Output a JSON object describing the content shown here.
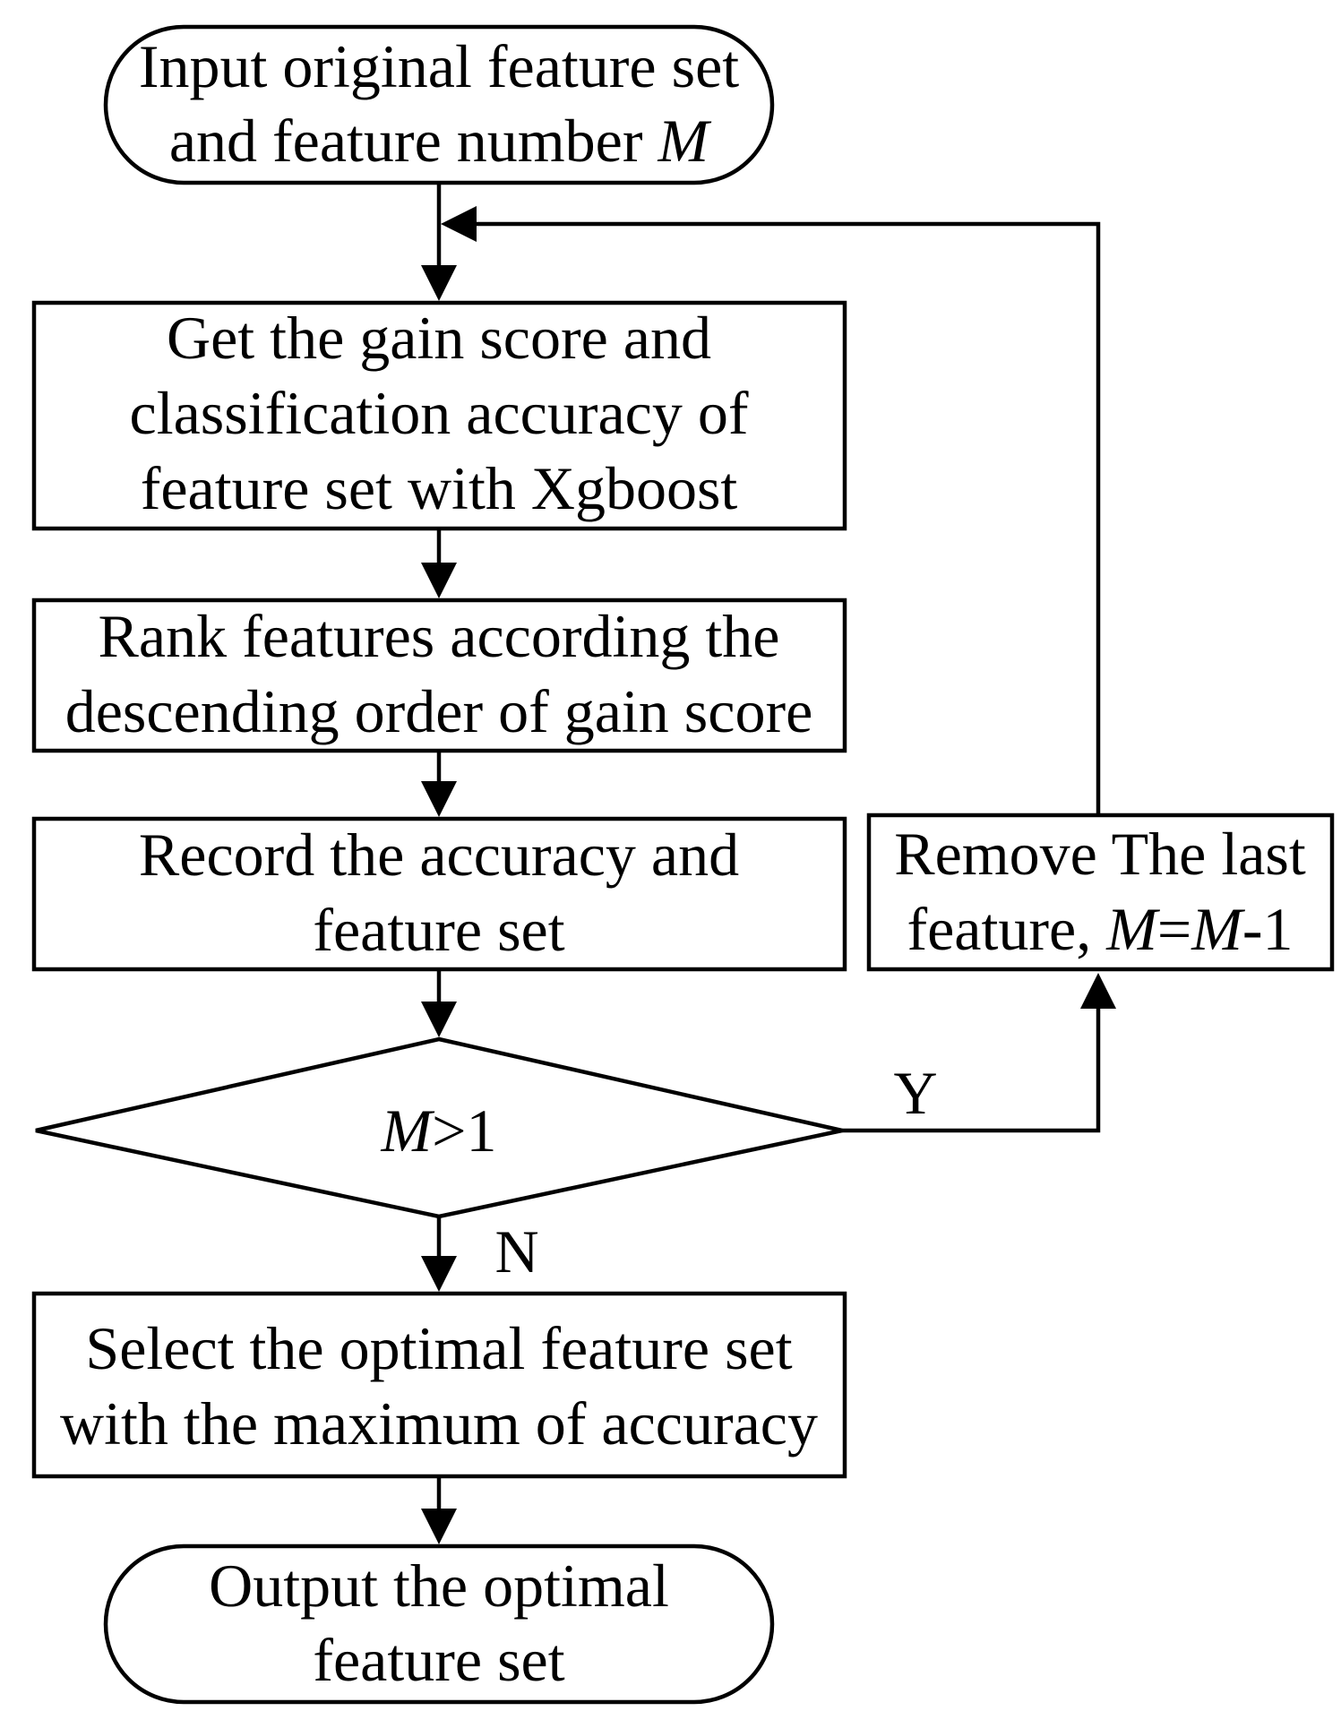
{
  "nodes": {
    "start": {
      "line1": "Input original feature set",
      "line2_prefix": "and feature number ",
      "line2_var": "M"
    },
    "gain": {
      "line1": "Get the gain score and",
      "line2": "classification accuracy of",
      "line3": "feature set with Xgboost"
    },
    "rank": {
      "line1": "Rank features according the",
      "line2": "descending order of gain score"
    },
    "record": {
      "line1": "Record the accuracy and",
      "line2": "feature set"
    },
    "remove": {
      "line1": "Remove The last",
      "line2_prefix": "feature, ",
      "var_a": "M",
      "eq": "=",
      "var_b": "M",
      "suffix": "-1"
    },
    "decision": {
      "var": "M",
      "rest": ">1"
    },
    "select": {
      "line1": "Select the optimal feature set",
      "line2": "with the maximum of accuracy"
    },
    "end": {
      "line1": "Output the optimal",
      "line2": "feature set"
    }
  },
  "edges": {
    "yes_label": "Y",
    "no_label": "N"
  }
}
